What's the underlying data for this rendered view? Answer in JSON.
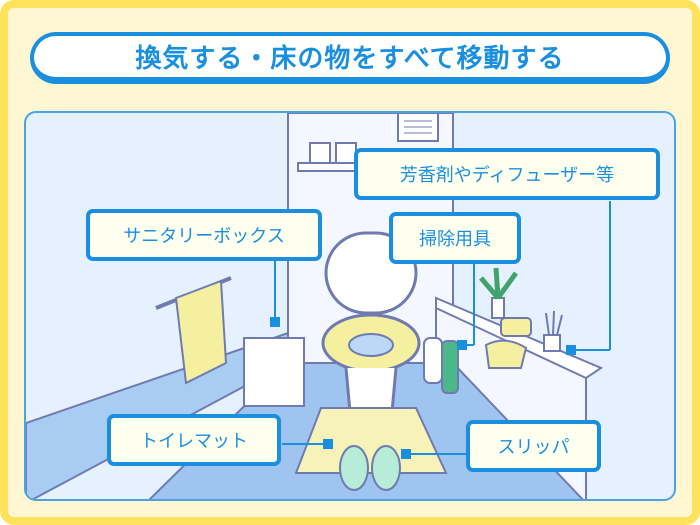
{
  "title": "換気する・床の物をすべて移動する",
  "labels": {
    "fragrance": "芳香剤やディフューザー等",
    "sanitary_box": "サニタリーボックス",
    "cleaning_tools": "掃除用具",
    "toilet_mat": "トイレマット",
    "slippers": "スリッパ"
  },
  "colors": {
    "accent": "#1a8fe0",
    "frame": "#ffe25c",
    "background": "#fff7d2",
    "scene": "#e6f1ff"
  }
}
